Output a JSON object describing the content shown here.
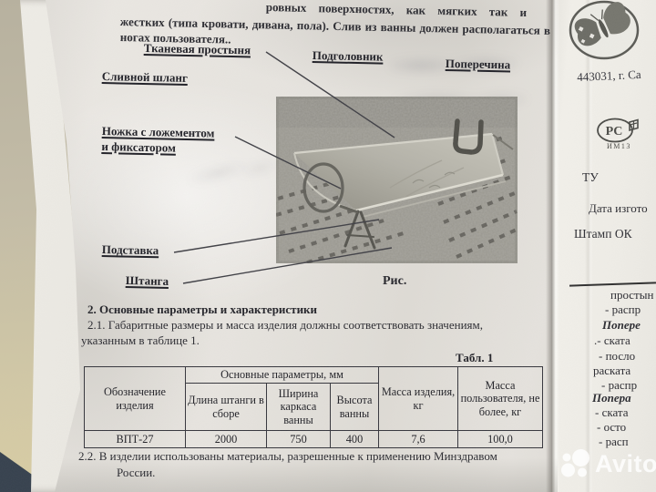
{
  "colors": {
    "background_tan": "#c8c1a8",
    "paper": "#e8e5e0",
    "back_paper": "#f0eee9",
    "ink": "#26262b",
    "dark_corner": "#35404d",
    "figure_gray": "#9a988f",
    "watermark_white": "#ffffff"
  },
  "main_page": {
    "intro": {
      "line1": "ровных поверхностях, как мягких так и",
      "line2": "жестких (типа кровати, дивана, пола). Слив из ванны должен располагаться в",
      "line3": "ногах пользователя.."
    },
    "labels": {
      "sheet": "Тканевая простыня",
      "headrest": "Подголовник",
      "crossbar": "Поперечина",
      "hose": "Сливной шланг",
      "leg_line1": "Ножка с ложементом",
      "leg_line2": "и фиксатором",
      "stand": "Подставка",
      "rod": "Штанга"
    },
    "figure": {
      "caption": "Рис."
    },
    "section": {
      "heading": "2. Основные параметры и характеристики",
      "p21_line1": "2.1.  Габаритные размеры и масса изделия должны соответствовать значениям,",
      "p21_line2": "указанным в таблице 1.",
      "table_label": "Табл. 1",
      "p22_line1": "2.2. В изделии использованы материалы, разрешенные к применению Минздравом",
      "p22_line2": "России."
    },
    "table": {
      "designation_header": "Обозначение изделия",
      "params_group_header": "Основные параметры, мм",
      "col_length": "Длина штанги в сборе",
      "col_width": "Ширина каркаса ванны",
      "col_height": "Высота ванны",
      "col_item_mass": "Масса изделия, кг",
      "col_user_mass": "Масса пользователя, не более, кг",
      "row": {
        "designation": "ВПТ-27",
        "length": "2000",
        "width": "750",
        "height": "400",
        "item_mass": "7,6",
        "user_mass": "100,0"
      }
    }
  },
  "back_page": {
    "address": "443031, г. Са",
    "cert": {
      "mark_text": "РС",
      "code": "ИМ13"
    },
    "tu_label": "ТУ",
    "date_label": "Дата изгото",
    "stamp_label": "Штамп ОК",
    "list": [
      "простын",
      "- распр",
      "Попере",
      ".- ската",
      "- посло",
      "раската",
      "- распр",
      "Попера",
      "- ската",
      "- осто",
      "- расп"
    ]
  },
  "watermark": {
    "brand": "Avito"
  }
}
